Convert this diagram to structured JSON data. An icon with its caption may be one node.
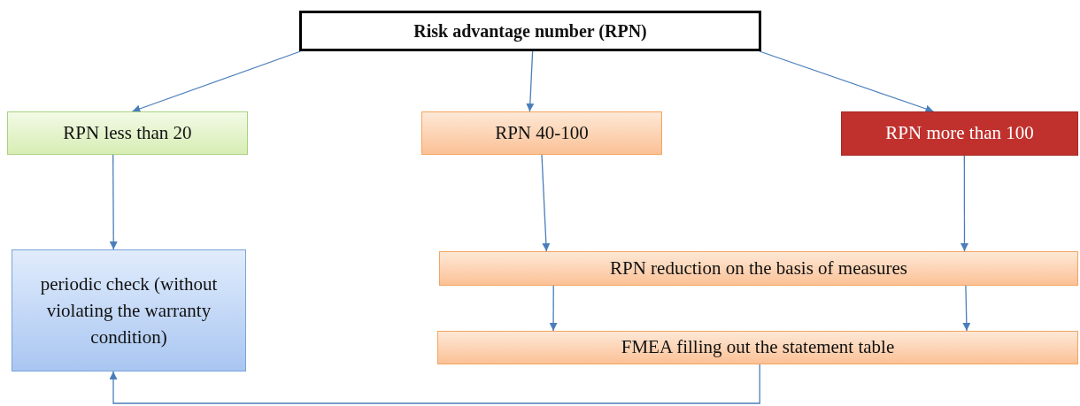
{
  "diagram": {
    "nodes": [
      {
        "text": [
          "Risk advantage number (RPN)"
        ]
      },
      {
        "text": [
          "RPN less than 20"
        ]
      },
      {
        "text": [
          "RPN 40-100"
        ]
      },
      {
        "text": [
          "RPN more than 100"
        ]
      },
      {
        "text": [
          "periodic check (without violating the warranty condition)"
        ]
      },
      {
        "text": [
          "RPN reduction on the basis of measures"
        ]
      },
      {
        "text": [
          "FMEA filling out the statement table"
        ]
      }
    ],
    "edges": [
      {
        "from": 0,
        "to": 1,
        "arrow": "to"
      },
      {
        "from": 0,
        "to": 2,
        "arrow": "to"
      },
      {
        "from": 0,
        "to": 3,
        "arrow": "to"
      },
      {
        "from": 1,
        "to": 4,
        "arrow": "to"
      },
      {
        "from": 2,
        "to": 5,
        "arrow": "to"
      },
      {
        "from": 3,
        "to": 5,
        "arrow": "to"
      },
      {
        "from": 5,
        "to": 6,
        "arrow": "to"
      },
      {
        "from": 5,
        "to": 6,
        "arrow": "to"
      },
      {
        "from": 6,
        "to": 4,
        "arrow": "to"
      }
    ]
  }
}
